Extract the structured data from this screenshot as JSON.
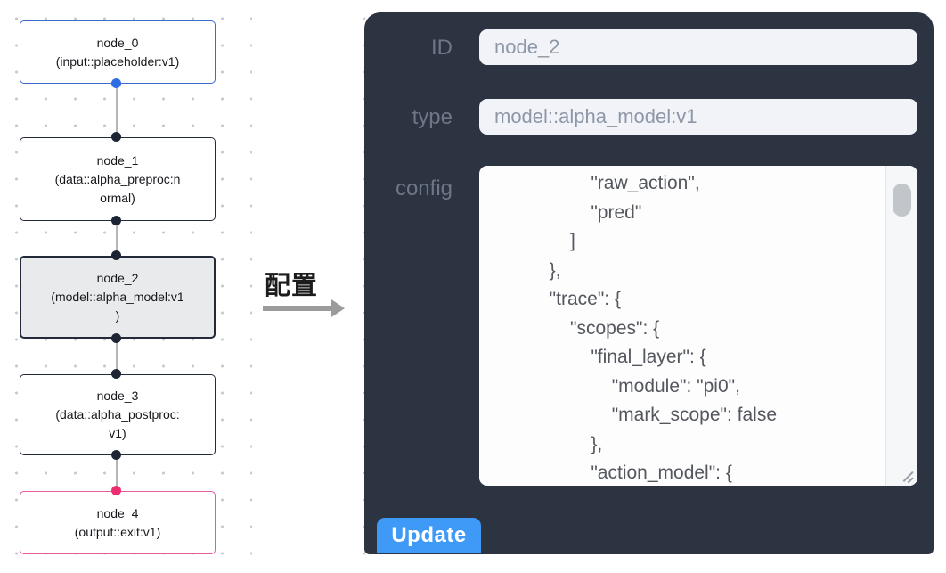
{
  "canvas": {
    "nodes": [
      {
        "id": "node_0",
        "text": "node_0\n(input::placeholder:v1)",
        "border_color": "#3b6ccc"
      },
      {
        "id": "node_1",
        "text": "node_1\n(data::alpha_preproc:n\normal)",
        "border_color": "#232a3a"
      },
      {
        "id": "node_2",
        "text": "node_2\n(model::alpha_model:v1\n)",
        "border_color": "#232a3a",
        "selected_bg": "#e9eaec"
      },
      {
        "id": "node_3",
        "text": "node_3\n(data::alpha_postproc:\nv1)",
        "border_color": "#232a3a"
      },
      {
        "id": "node_4",
        "text": "node_4\n(output::exit:v1)",
        "border_color": "#e25c9e"
      }
    ],
    "handle_colors": {
      "default": "#1d2433",
      "input_node": "#2e6de4",
      "output_node": "#ee2d71"
    }
  },
  "annotation": {
    "label": "配置"
  },
  "panel": {
    "bg_color": "#2c3442",
    "id_label": "ID",
    "id_value": "node_2",
    "type_label": "type",
    "type_value": "model::alpha_model:v1",
    "config_label": "config",
    "config_text": "                \"raw_action\",\n                \"pred\"\n            ]\n        },\n        \"trace\": {\n            \"scopes\": {\n                \"final_layer\": {\n                    \"module\": \"pi0\",\n                    \"mark_scope\": false\n                },\n                \"action_model\": {",
    "update_label": "Update",
    "button_color": "#3f9af7"
  }
}
